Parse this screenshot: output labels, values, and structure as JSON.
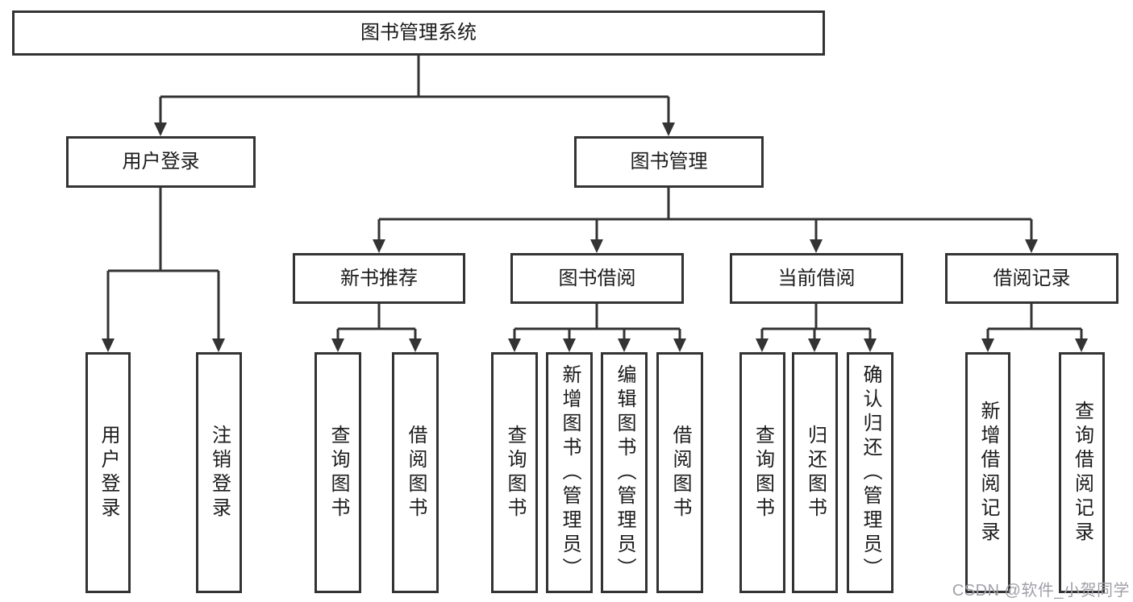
{
  "diagram": {
    "type": "tree",
    "root": {
      "label": "图书管理系统",
      "children": [
        {
          "label": "用户登录",
          "children": [
            {
              "label": "用户登录"
            },
            {
              "label": "注销登录"
            }
          ]
        },
        {
          "label": "图书管理",
          "children": [
            {
              "label": "新书推荐",
              "children": [
                {
                  "label": "查询图书"
                },
                {
                  "label": "借阅图书"
                }
              ]
            },
            {
              "label": "图书借阅",
              "children": [
                {
                  "label": "查询图书"
                },
                {
                  "label": "新增图书（管理员）"
                },
                {
                  "label": "编辑图书（管理员）"
                },
                {
                  "label": "借阅图书"
                }
              ]
            },
            {
              "label": "当前借阅",
              "children": [
                {
                  "label": "查询图书"
                },
                {
                  "label": "归还图书"
                },
                {
                  "label": "确认归还（管理员）"
                }
              ]
            },
            {
              "label": "借阅记录",
              "children": [
                {
                  "label": "新增借阅记录"
                },
                {
                  "label": "查询借阅记录"
                }
              ]
            }
          ]
        }
      ]
    },
    "colors": {
      "background": "#ffffff",
      "box_fill": "#ffffff",
      "box_border": "#333333",
      "line": "#333333",
      "text": "#1b1b1b",
      "watermark": "#a0a0a8"
    }
  },
  "watermark": {
    "text": "CSDN @软件_小贺同学"
  }
}
